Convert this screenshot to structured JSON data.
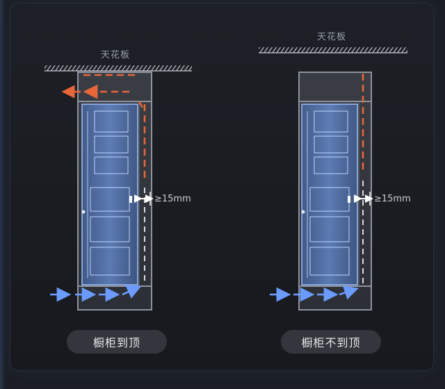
{
  "left": {
    "ceiling_label": "天花板",
    "gap_label": "≥15mm",
    "caption": "橱柜到顶"
  },
  "right": {
    "ceiling_label": "天花板",
    "gap_label": "≥15mm",
    "caption": "橱柜不到顶"
  },
  "colors": {
    "hot_air": "#e8663a",
    "cool_air": "#6b9bff",
    "fridge_glow": "#7fb0ff",
    "cabinet_frame": "#8d939d"
  }
}
